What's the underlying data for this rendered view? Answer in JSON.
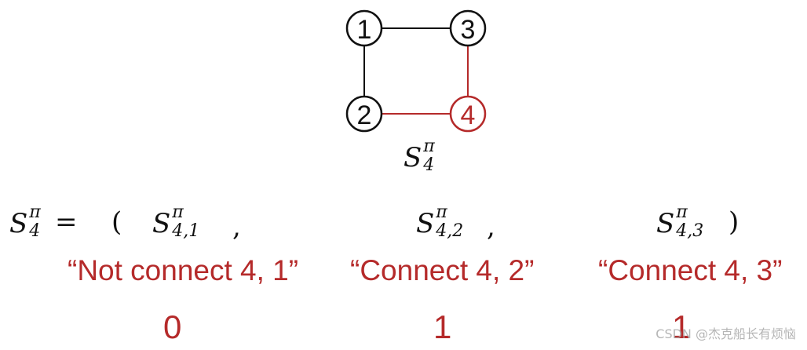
{
  "graph": {
    "nodes": [
      {
        "id": "1",
        "label": "1",
        "color": "#111111"
      },
      {
        "id": "2",
        "label": "2",
        "color": "#111111"
      },
      {
        "id": "3",
        "label": "3",
        "color": "#111111"
      },
      {
        "id": "4",
        "label": "4",
        "color": "#b52a2a"
      }
    ],
    "edges": [
      {
        "from": "1",
        "to": "3",
        "color": "#111111"
      },
      {
        "from": "1",
        "to": "2",
        "color": "#111111"
      },
      {
        "from": "2",
        "to": "4",
        "color": "#b52a2a"
      },
      {
        "from": "3",
        "to": "4",
        "color": "#b52a2a"
      }
    ]
  },
  "caption": {
    "symbol": "S",
    "sup": "π",
    "sub": "4"
  },
  "equation": {
    "lhs": {
      "symbol": "S",
      "sup": "π",
      "sub": "4"
    },
    "equals": "=",
    "open_paren": "(",
    "close_paren": ")",
    "comma": ",",
    "terms": [
      {
        "symbol": "S",
        "sup": "π",
        "sub": "4,1",
        "label": "“Not connect 4, 1”",
        "value": "0"
      },
      {
        "symbol": "S",
        "sup": "π",
        "sub": "4,2",
        "label": "“Connect 4, 2”",
        "value": "1"
      },
      {
        "symbol": "S",
        "sup": "π",
        "sub": "4,3",
        "label": "“Connect 4, 3”",
        "value": "1"
      }
    ]
  },
  "colors": {
    "accent": "#b52a2a",
    "ink": "#111111"
  },
  "watermark": "CSDN @杰克船长有烦恼"
}
